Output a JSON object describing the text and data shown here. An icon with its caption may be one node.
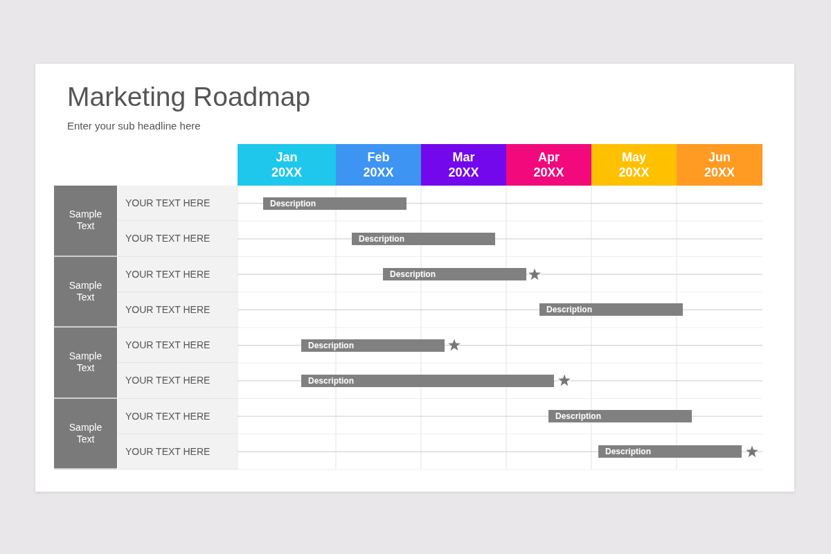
{
  "diagram": {
    "title": "Marketing Roadmap",
    "nodes": [
      {
        "text": [
          "Jan 20XX"
        ]
      },
      {
        "text": [
          "Feb 20XX"
        ]
      },
      {
        "text": [
          "Mar 20XX"
        ]
      },
      {
        "text": [
          "Apr 20XX"
        ]
      },
      {
        "text": [
          "May 20XX"
        ]
      },
      {
        "text": [
          "Jun 20XX"
        ]
      },
      {
        "text": [
          "Sample Text"
        ]
      },
      {
        "text": [
          "YOUR TEXT HERE"
        ]
      },
      {
        "text": [
          "Description"
        ]
      },
      {
        "text": [
          "YOUR TEXT HERE"
        ]
      },
      {
        "text": [
          "Description"
        ]
      },
      {
        "text": [
          "Sample Text"
        ]
      },
      {
        "text": [
          "YOUR TEXT HERE"
        ]
      },
      {
        "text": [
          "Description"
        ]
      },
      {
        "text": [],
        "shape": "star"
      },
      {
        "text": [
          "YOUR TEXT HERE"
        ]
      },
      {
        "text": [
          "Description"
        ]
      },
      {
        "text": [
          "Sample Text"
        ]
      },
      {
        "text": [
          "YOUR TEXT HERE"
        ]
      },
      {
        "text": [
          "Description"
        ]
      },
      {
        "text": [],
        "shape": "star"
      },
      {
        "text": [
          "YOUR TEXT HERE"
        ]
      },
      {
        "text": [
          "Description"
        ]
      },
      {
        "text": [],
        "shape": "star"
      },
      {
        "text": [
          "Sample Text"
        ]
      },
      {
        "text": [
          "YOUR TEXT HERE"
        ]
      },
      {
        "text": [
          "Description"
        ]
      },
      {
        "text": [
          "YOUR TEXT HERE"
        ]
      },
      {
        "text": [
          "Description"
        ]
      },
      {
        "text": [],
        "shape": "star"
      }
    ],
    "labels": [
      "Enter your sub headline here"
    ]
  }
}
